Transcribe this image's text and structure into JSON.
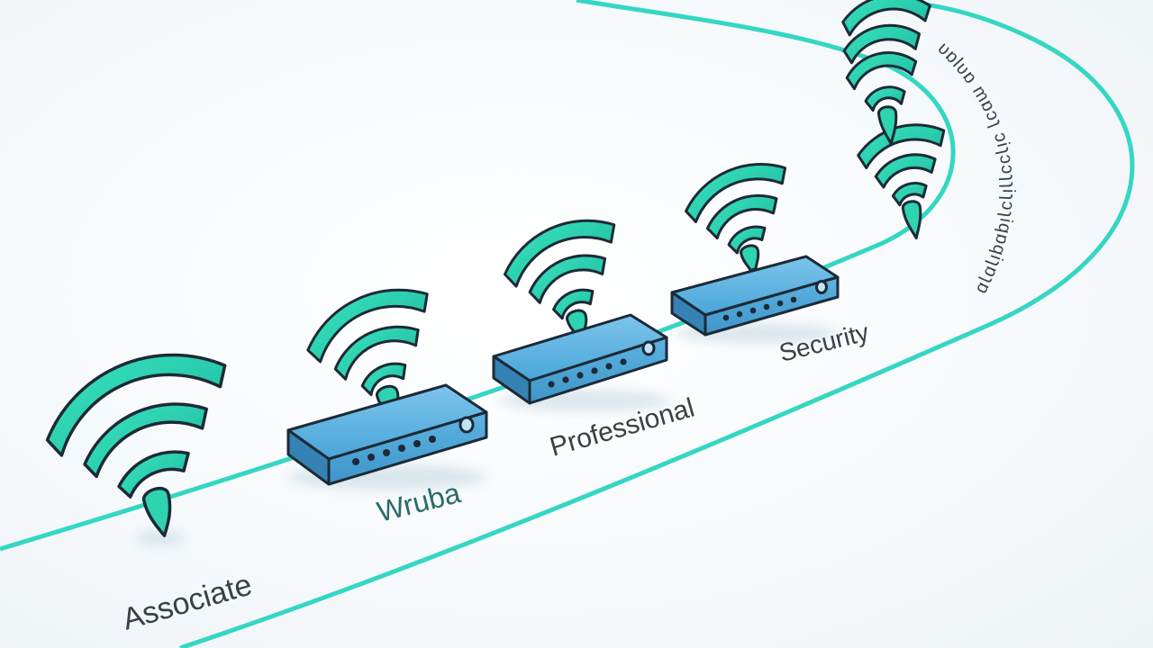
{
  "stages": [
    {
      "id": "associate",
      "label": "Associate",
      "device": "wifi-beacon"
    },
    {
      "id": "wruba",
      "label": "Wruba",
      "device": "router"
    },
    {
      "id": "professional",
      "label": "Professional",
      "device": "router"
    },
    {
      "id": "security",
      "label": "Security",
      "device": "router"
    },
    {
      "id": "upper",
      "label": "",
      "device": "wifi-beacon"
    }
  ],
  "curved_text": "ʋɒlʋɒ mɒɔɿ ɔiɿɔɔɿɿiɿɔɿiqɒqiɿɒɿɒ",
  "colors": {
    "track": "#35d6c4",
    "wifi": "#2ed3b0",
    "router": "#4aa6d8",
    "outline": "#1c2a36",
    "label_accent": "#2a6b6a"
  }
}
